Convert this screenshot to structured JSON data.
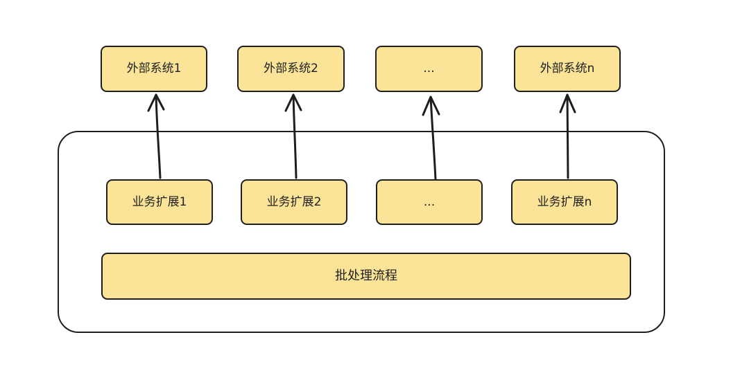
{
  "external_systems": [
    "外部系统1",
    "外部系统2",
    "...",
    "外部系统n"
  ],
  "business_extensions": [
    "业务扩展1",
    "业务扩展2",
    "...",
    "业务扩展n"
  ],
  "batch_process": "批处理流程",
  "colors": {
    "box_fill": "#fbe497",
    "stroke": "#1e1e1e",
    "background": "#ffffff"
  }
}
